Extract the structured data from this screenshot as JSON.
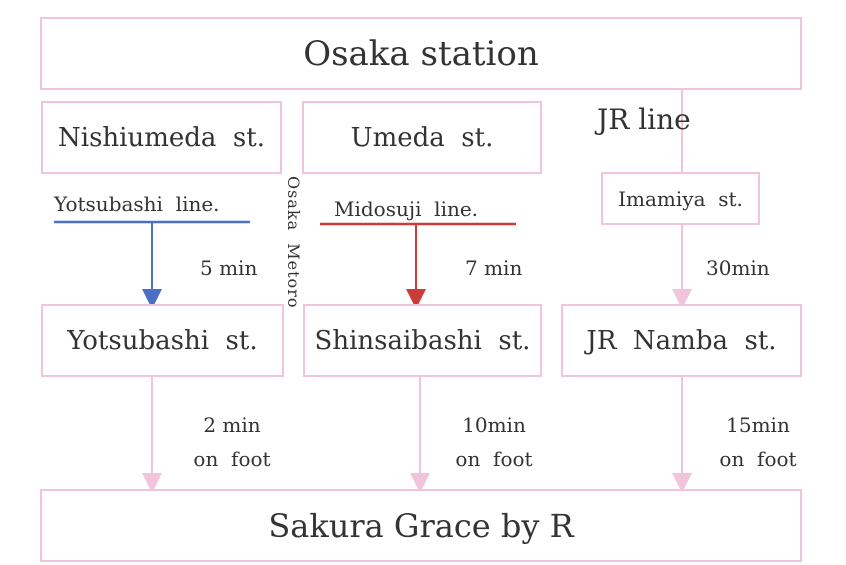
{
  "top_station": "Osaka station",
  "destination": "Sakura Grace by R",
  "left": {
    "origin": "Nishiumeda  st.",
    "line": "Yotsubashi  line.",
    "time": "5 min",
    "arrival": "Yotsubashi  st.",
    "walk_time": "2 min",
    "walk_label": "on  foot",
    "line_color": "#4a6fc4"
  },
  "middle": {
    "origin": "Umeda  st.",
    "line": "Midosuji  line.",
    "time": "7 min",
    "arrival": "Shinsaibashi  st.",
    "walk_time": "10min",
    "walk_label": "on  foot",
    "line_color": "#cc3a3a"
  },
  "right": {
    "line": "JR line",
    "via": "Imamiya  st.",
    "time": "30min",
    "arrival": "JR  Namba  st.",
    "walk_time": "15min",
    "walk_label": "on  foot"
  },
  "operator_label": "Osaka  Metoro",
  "connector_color": "#f2c4dc"
}
